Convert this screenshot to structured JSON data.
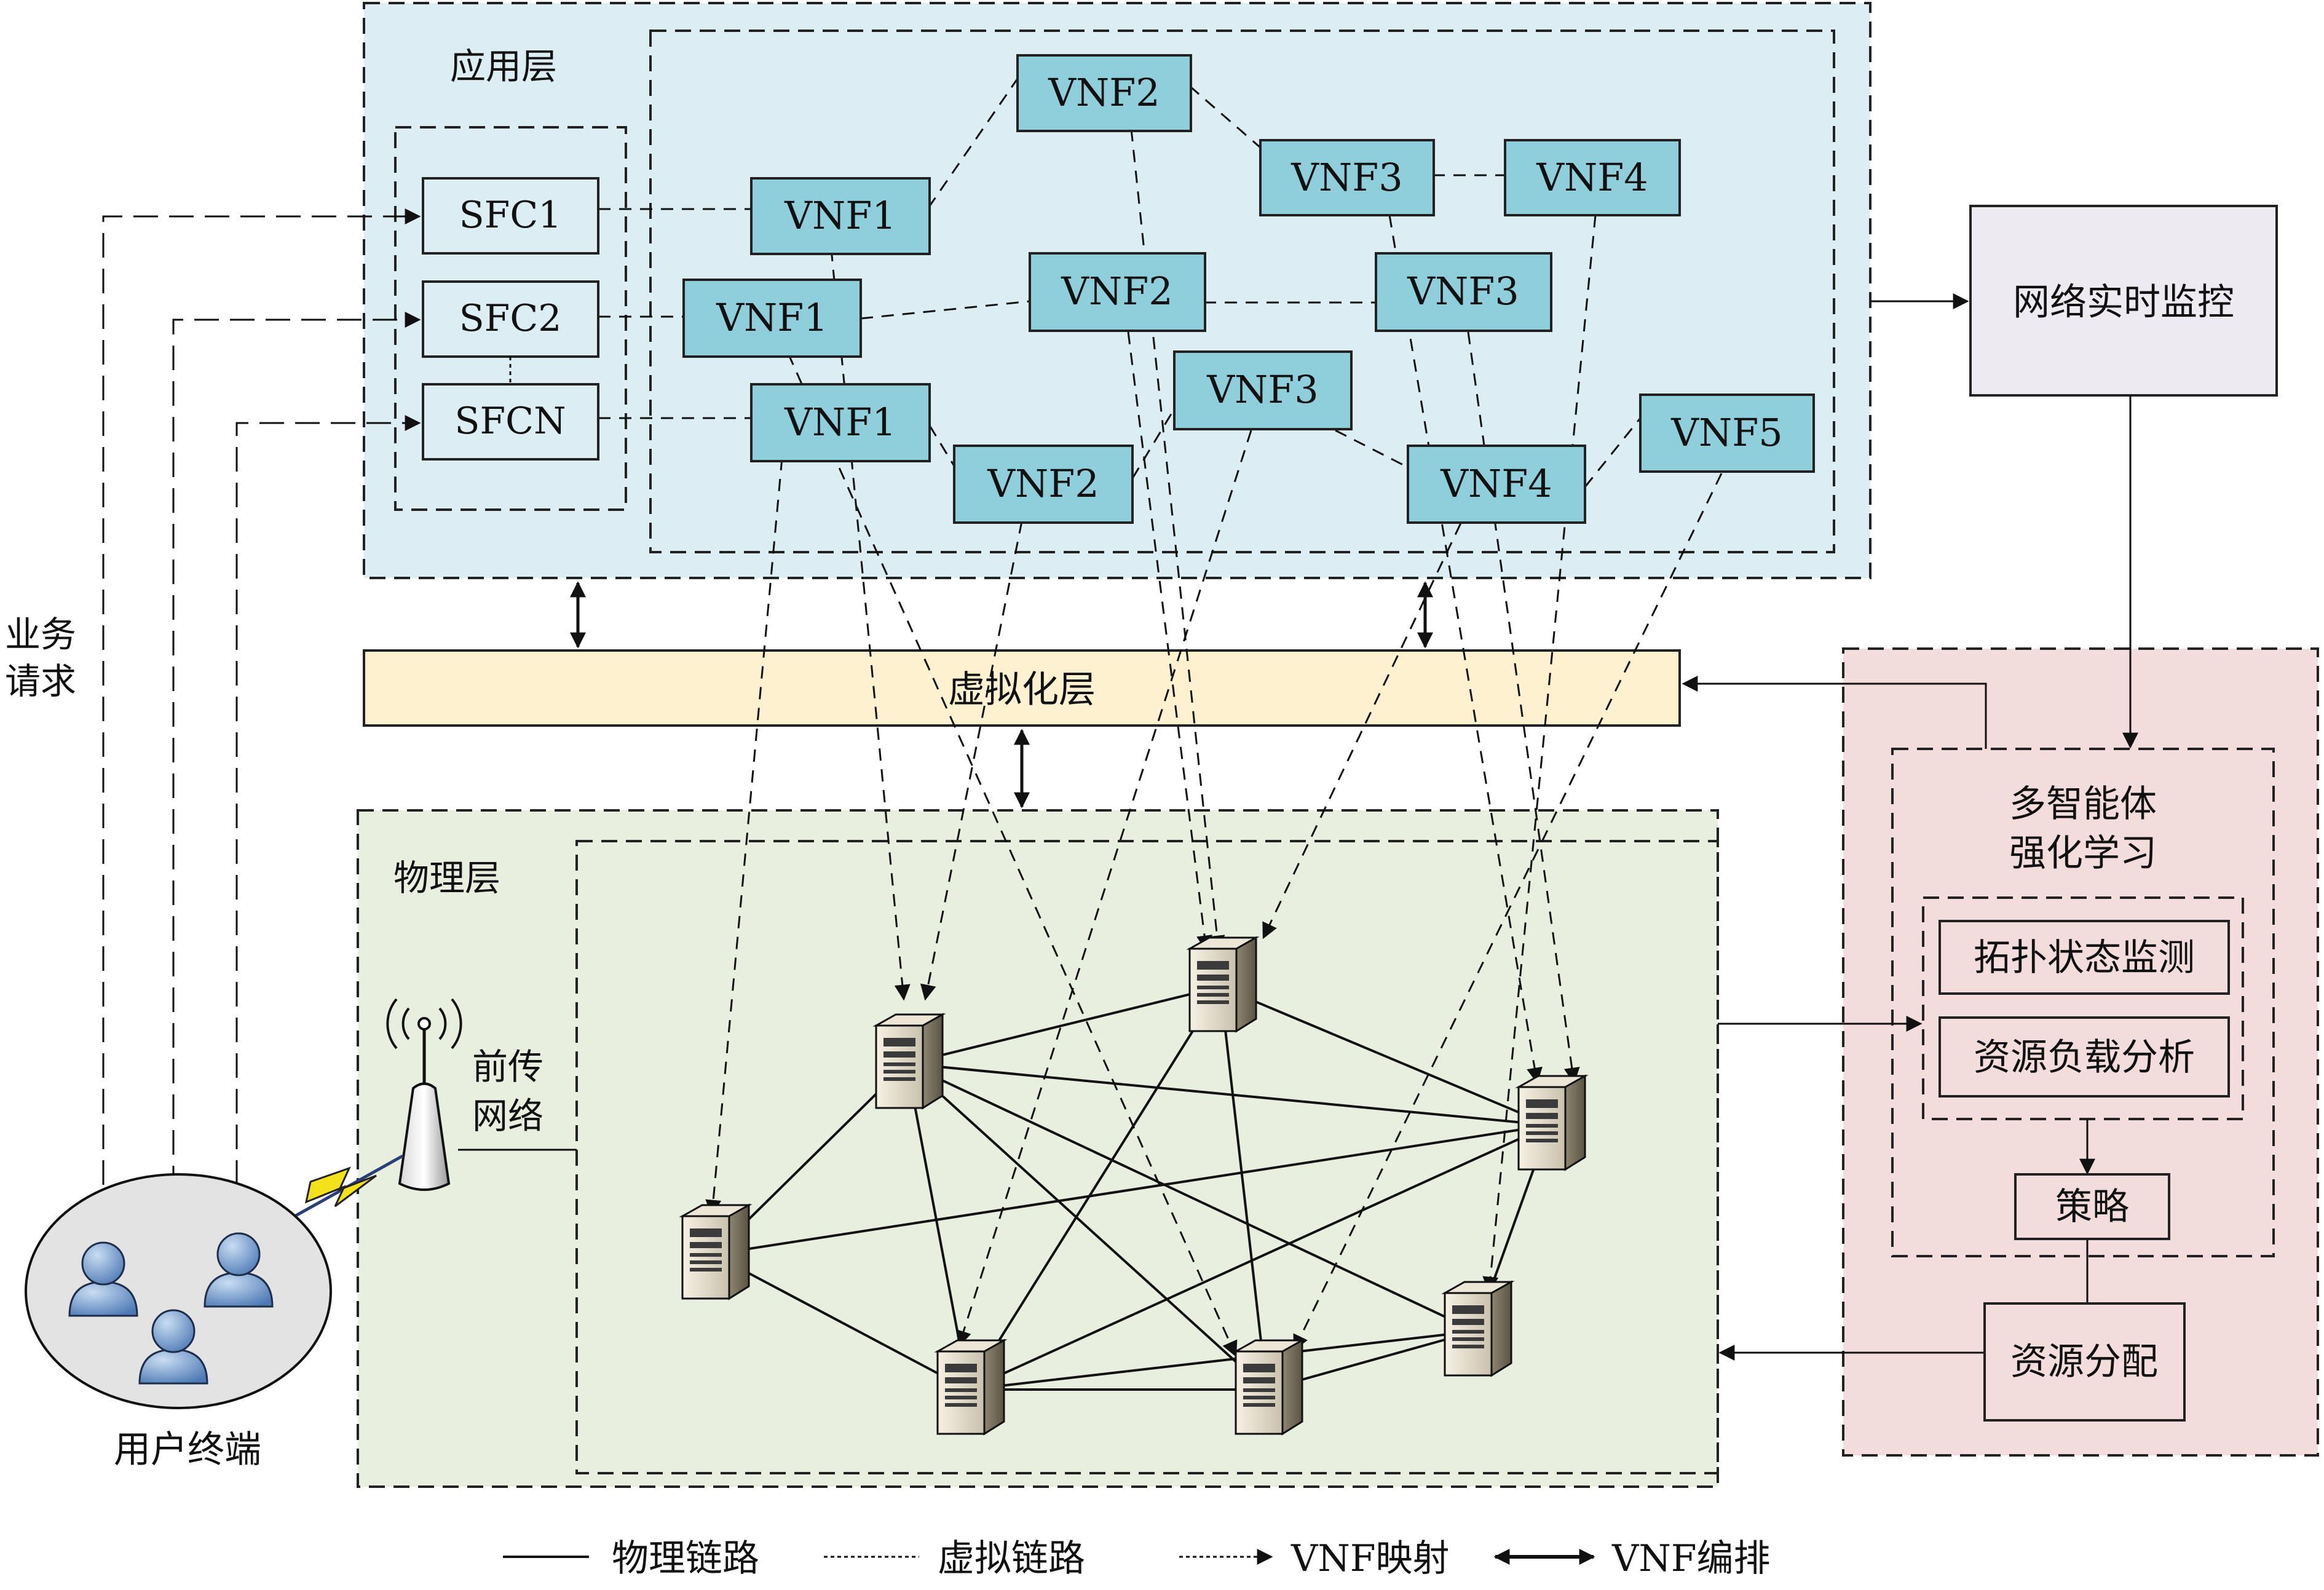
{
  "layers": {
    "application": "应用层",
    "virtualization": "虚拟化层",
    "physical": "物理层"
  },
  "service_request": [
    "业务",
    "请求"
  ],
  "sfc": [
    "SFC1",
    "SFC2",
    "SFCN"
  ],
  "vnf": [
    {
      "label": "VNF2"
    },
    {
      "label": "VNF1"
    },
    {
      "label": "VNF3"
    },
    {
      "label": "VNF4"
    },
    {
      "label": "VNF1"
    },
    {
      "label": "VNF2"
    },
    {
      "label": "VNF3"
    },
    {
      "label": "VNF3"
    },
    {
      "label": "VNF1"
    },
    {
      "label": "VNF2"
    },
    {
      "label": "VNF4"
    },
    {
      "label": "VNF5"
    }
  ],
  "fronthaul": [
    "前传",
    "网络"
  ],
  "user_terminal": "用户终端",
  "monitor": "网络实时监控",
  "marl": [
    "多智能体",
    "强化学习"
  ],
  "topology_monitor": "拓扑状态监测",
  "resource_analysis": "资源负载分析",
  "strategy": "策略",
  "resource_allocation": "资源分配",
  "legend": {
    "physical_link": "物理链路",
    "virtual_link": "虚拟链路",
    "vnf_mapping": "VNF映射",
    "vnf_orchestration": "VNF编排"
  },
  "colors": {
    "application_bg": "#dcedf4",
    "virtualization_bg": "#fdf1cf",
    "physical_bg": "#e9efde",
    "vnf_fill": "#8fcfdb",
    "marl_bg": "#f2dcdc",
    "monitor_bg": "#eeeaf2"
  }
}
